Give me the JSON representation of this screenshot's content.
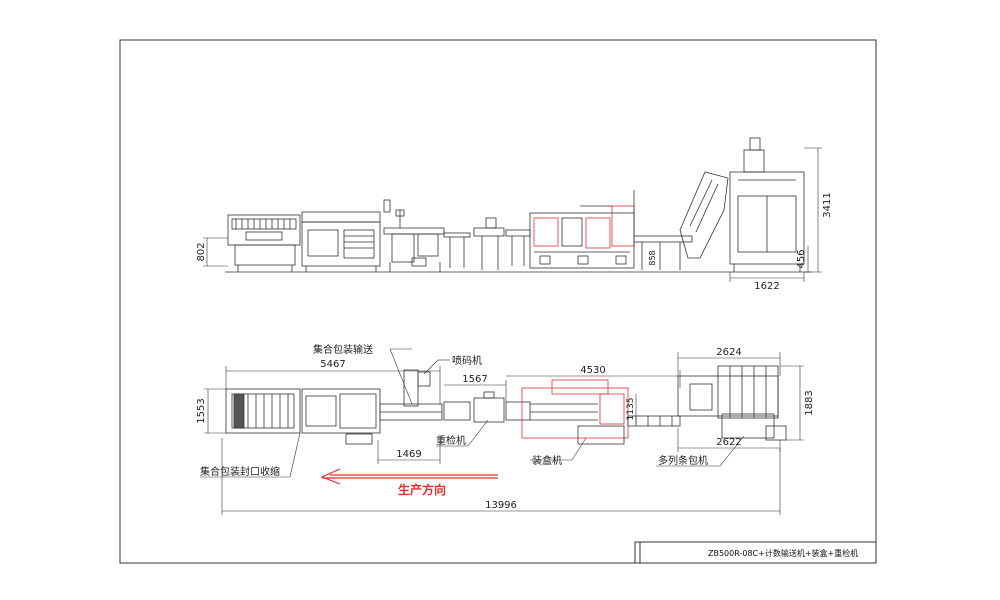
{
  "colors": {
    "line": "#333333",
    "red": "#e03030",
    "direction": "#e03030"
  },
  "labels": {
    "conveyor": "集合包装输送",
    "inkjet": "喷码机",
    "checkweigher": "重检机",
    "cartoner": "装盒机",
    "multilane_packer": "多列条包机",
    "shrink_wrapper": "集合包装封口收缩",
    "direction": "生产方向"
  },
  "dimensions": {
    "elev_left_height": "802",
    "elev_total_height": "3411",
    "elev_base_height": "456",
    "elev_packer_width": "1622",
    "elev_side": "858",
    "plan_shrink_length": "5467",
    "plan_inkjet_span": "1567",
    "plan_cartoner_span": "4530",
    "plan_packer_top": "2624",
    "plan_left_width": "1553",
    "plan_right_width": "1883",
    "plan_cartoner_width": "1135",
    "plan_conveyor_gap": "1469",
    "plan_packer_bottom": "2622",
    "plan_total_length": "13996"
  },
  "title_block": {
    "model": "ZB500R-08C+计数输送机+装盒+重检机"
  }
}
